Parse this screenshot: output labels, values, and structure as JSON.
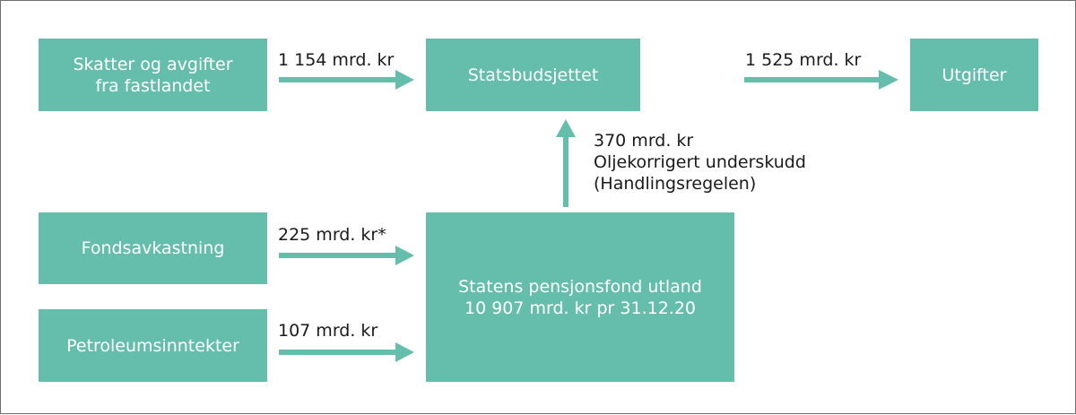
{
  "diagram": {
    "colors": {
      "box_fill": "#65bdab",
      "arrow": "#65bdab",
      "box_text": "#ffffff",
      "label_text": "#1a1a1a",
      "border": "#6e6e6e"
    },
    "nodes": {
      "skatter": "Skatter og avgifter\nfra fastlandet",
      "statsbudsjettet": "Statsbudsjettet",
      "utgifter": "Utgifter",
      "fondsavkastning": "Fondsavkastning",
      "petroleum": "Petroleumsinntekter",
      "spu": "Statens pensjonsfond utland\n10 907 mrd. kr pr 31.12.20"
    },
    "edges": {
      "skatter_to_budsjett": "1 154 mrd. kr",
      "budsjett_to_utgifter": "1 525 mrd. kr",
      "spu_to_budsjett": "370 mrd. kr\nOljekorrigert underskudd\n(Handlingsregelen)",
      "fond_to_spu": "225 mrd. kr*",
      "petroleum_to_spu": "107 mrd. kr"
    }
  }
}
